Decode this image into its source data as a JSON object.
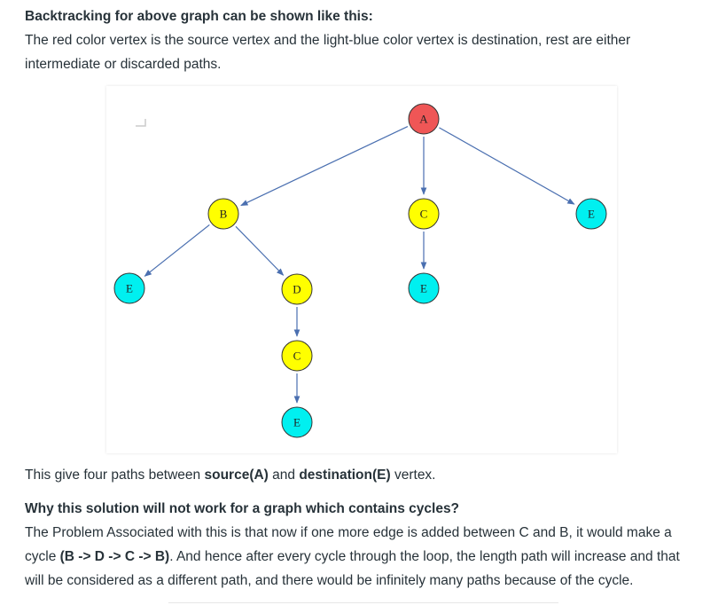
{
  "heading": "Backtracking for above graph can be shown like this:",
  "intro": {
    "line1": "The red color vertex is the source vertex and the light-blue color vertex is destination, rest are either",
    "line2": "intermediate or discarded paths."
  },
  "graph": {
    "colors": {
      "source": "#ef5656",
      "intermediate": "#ffff00",
      "destination": "#00f0f0",
      "edge": "#4a6fb0",
      "node_border": "#333333"
    },
    "nodes": [
      {
        "id": "A",
        "label": "A",
        "kind": "source"
      },
      {
        "id": "B",
        "label": "B",
        "kind": "intermediate"
      },
      {
        "id": "C1",
        "label": "C",
        "kind": "intermediate"
      },
      {
        "id": "E1",
        "label": "E",
        "kind": "destination"
      },
      {
        "id": "E2",
        "label": "E",
        "kind": "destination"
      },
      {
        "id": "D",
        "label": "D",
        "kind": "intermediate"
      },
      {
        "id": "E3",
        "label": "E",
        "kind": "destination"
      },
      {
        "id": "C2",
        "label": "C",
        "kind": "intermediate"
      },
      {
        "id": "E4",
        "label": "E",
        "kind": "destination"
      }
    ],
    "edges": [
      [
        "A",
        "B"
      ],
      [
        "A",
        "C1"
      ],
      [
        "A",
        "E1"
      ],
      [
        "B",
        "E2"
      ],
      [
        "B",
        "D"
      ],
      [
        "C1",
        "E3"
      ],
      [
        "D",
        "C2"
      ],
      [
        "C2",
        "E4"
      ]
    ]
  },
  "paths_sentence": {
    "pre": "This give four paths between ",
    "source": "source(A)",
    "mid": " and ",
    "destination": "destination(E)",
    "post": " vertex."
  },
  "question": "Why this solution will not work for a graph which contains cycles?",
  "answer": {
    "line1": "The Problem Associated with this is that now if one more edge is added between C and B, it would make a",
    "line2_pre": "cycle ",
    "line2_bold": "(B -> D -> C -> B)",
    "line2_post": ". And hence after every cycle through the loop, the length path will increase and that",
    "line3": "will be considered as a different path, and there would be infinitely many paths because of the cycle."
  }
}
